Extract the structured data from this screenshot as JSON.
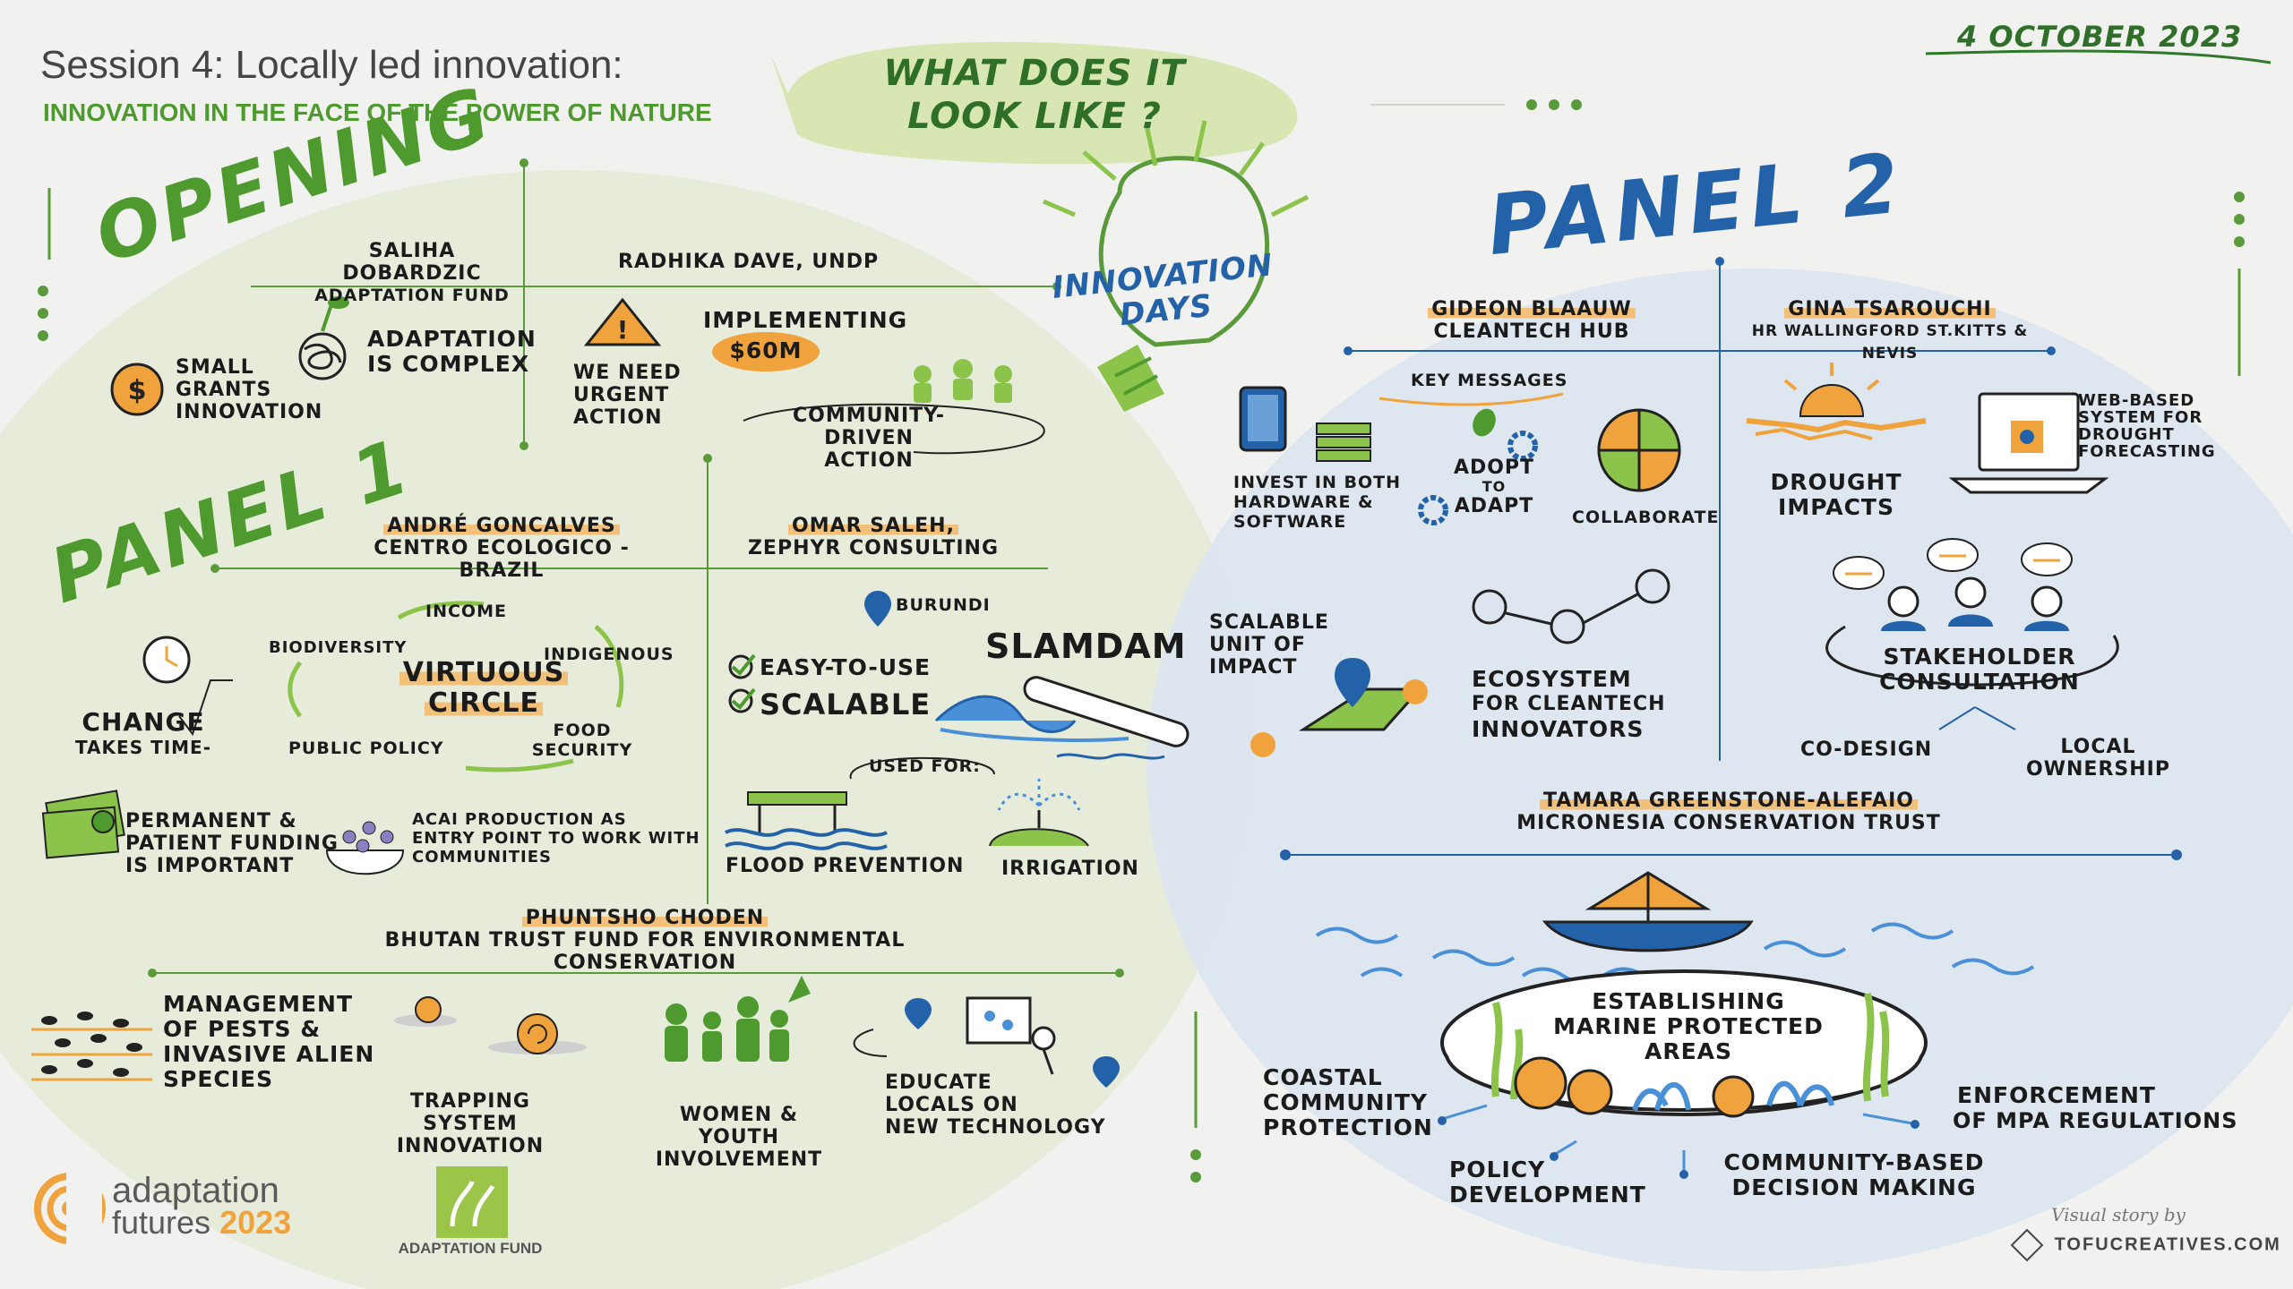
{
  "header": {
    "session_title": "Session 4: Locally led innovation:",
    "session_subtitle": "INNOVATION IN THE FACE OF THE POWER OF NATURE",
    "question": [
      "WHAT DOES IT",
      "LOOK LIKE ?"
    ],
    "date": "4 OCTOBER 2023"
  },
  "center_badge": [
    "INNOVATION",
    "DAYS"
  ],
  "opening": {
    "heading": "OPENING",
    "speaker1": {
      "name": "SALIHA DOBARDZIC",
      "org": "ADAPTATION FUND"
    },
    "speaker2": {
      "name": "RADHIKA DAVE, UNDP"
    },
    "points": {
      "small_grants": [
        "SMALL",
        "GRANTS",
        "INNOVATION"
      ],
      "complex": [
        "ADAPTATION",
        "IS COMPLEX"
      ],
      "urgent": [
        "WE NEED",
        "URGENT",
        "ACTION"
      ],
      "implementing": "IMPLEMENTING",
      "amount": "$60M",
      "community": [
        "COMMUNITY-DRIVEN",
        "ACTION"
      ]
    }
  },
  "panel1": {
    "heading": "PANEL 1",
    "andre": {
      "name": "ANDRÉ GONCALVES",
      "org": "CENTRO ECOLOGICO - BRAZIL",
      "circle_title": [
        "VIRTUOUS",
        "CIRCLE"
      ],
      "circle_items": [
        "INCOME",
        "INDIGENOUS",
        "FOOD SECURITY",
        "PUBLIC POLICY",
        "BIODIVERSITY"
      ],
      "change": [
        "CHANGE",
        "TAKES TIME-"
      ],
      "funding": [
        "PERMANENT &",
        "PATIENT FUNDING",
        "IS IMPORTANT"
      ],
      "acai": [
        "ACAI PRODUCTION AS",
        "ENTRY POINT TO WORK WITH",
        "COMMUNITIES"
      ]
    },
    "omar": {
      "name": "OMAR SALEH,",
      "org": "ZEPHYR CONSULTING",
      "location": "BURUNDI",
      "product": "SLAMDAM",
      "features": [
        "EASY-TO-USE",
        "SCALABLE"
      ],
      "used_for": "USED FOR:",
      "uses": [
        "FLOOD PREVENTION",
        "IRRIGATION"
      ]
    },
    "phuntsho": {
      "name": "PHUNTSHO CHODEN",
      "org": "BHUTAN TRUST FUND FOR ENVIRONMENTAL CONSERVATION",
      "pests": [
        "MANAGEMENT",
        "OF PESTS &",
        "INVASIVE ALIEN",
        "SPECIES"
      ],
      "trapping": [
        "TRAPPING",
        "SYSTEM INNOVATION"
      ],
      "women": [
        "WOMEN & YOUTH",
        "INVOLVEMENT"
      ],
      "educate": [
        "EDUCATE",
        "LOCALS ON",
        "NEW TECHNOLOGY"
      ]
    }
  },
  "panel2": {
    "heading": "PANEL 2",
    "gideon": {
      "name": "GIDEON BLAAUW",
      "org": "CLEANTECH HUB",
      "key_messages": "KEY MESSAGES",
      "invest": [
        "INVEST IN BOTH",
        "HARDWARE &",
        "SOFTWARE"
      ],
      "adopt": [
        "ADOPT",
        "TO",
        "ADAPT"
      ],
      "collaborate": "COLLABORATE",
      "scalable": [
        "SCALABLE",
        "UNIT OF",
        "IMPACT"
      ],
      "ecosystem": [
        "ECOSYSTEM",
        "FOR CLEANTECH",
        "INNOVATORS"
      ]
    },
    "gina": {
      "name": "GINA TSAROUCHI",
      "org": "HR WALLINGFORD ST.KITTS & NEVIS",
      "drought": [
        "DROUGHT",
        "IMPACTS"
      ],
      "web": [
        "WEB-BASED",
        "SYSTEM FOR",
        "DROUGHT",
        "FORECASTING"
      ],
      "stakeholder": [
        "STAKEHOLDER",
        "CONSULTATION"
      ],
      "codesign": "CO-DESIGN",
      "local": [
        "LOCAL",
        "OWNERSHIP"
      ]
    },
    "tamara": {
      "name": "TAMARA GREENSTONE-ALEFAIO",
      "org": "MICRONESIA CONSERVATION TRUST",
      "center": [
        "ESTABLISHING",
        "MARINE PROTECTED",
        "AREAS"
      ],
      "coastal": [
        "COASTAL",
        "COMMUNITY",
        "PROTECTION"
      ],
      "policy": [
        "POLICY",
        "DEVELOPMENT"
      ],
      "decision": [
        "COMMUNITY-BASED",
        "DECISION MAKING"
      ],
      "enforcement": [
        "ENFORCEMENT",
        "OF MPA REGULATIONS"
      ]
    }
  },
  "footer": {
    "af_brand": "adaptation",
    "af_sub": "futures",
    "af_year": "2023",
    "fund_label": "ADAPTATION FUND",
    "credit_prefix": "Visual story by",
    "credit_brand": "TOFUCREATIVES.COM"
  },
  "colors": {
    "green": "#4e9a2e",
    "blue": "#2362a8",
    "orange": "#f0a33c",
    "light_green_bg": "#e3ead3",
    "light_blue_bg": "#dde6f0"
  }
}
